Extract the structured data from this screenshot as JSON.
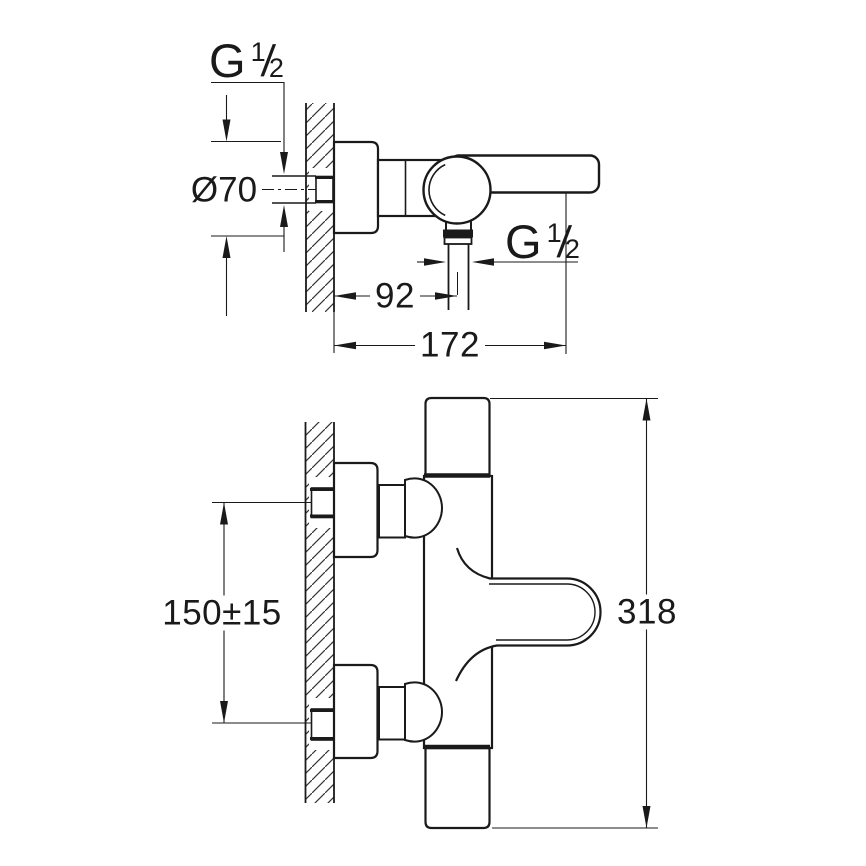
{
  "drawing": {
    "kind": "faucet installation dimension drawing",
    "background_color": "#ffffff",
    "line_color": "#1a1a1a",
    "views": {
      "top_view": "wall-mounted mixer, side projection with outlet",
      "bottom_view": "wall-mounted thermostat body, side projection"
    },
    "dimensions": {
      "wall_thread": {
        "label": "G 1/2",
        "g": "G",
        "num": "1",
        "slash": "/",
        "den": "2"
      },
      "flange_diameter": {
        "label": "Ø70"
      },
      "outlet_thread": {
        "label": "G 1/2",
        "g": "G",
        "num": "1",
        "slash": "/",
        "den": "2"
      },
      "outlet_offset": {
        "label": "92"
      },
      "total_projection": {
        "label": "172"
      },
      "inlet_spacing": {
        "label": "150±15"
      },
      "overall_height": {
        "label": "318"
      }
    }
  }
}
